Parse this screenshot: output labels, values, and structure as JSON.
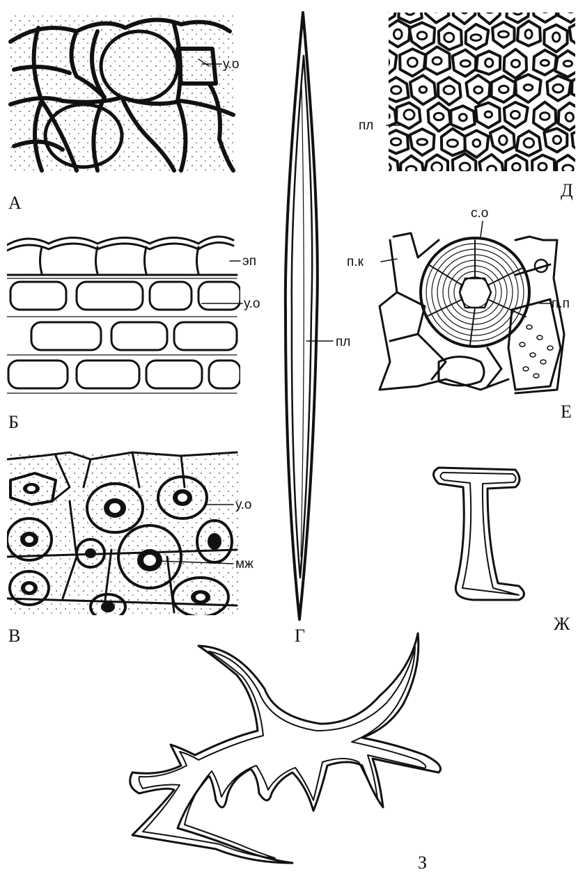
{
  "panels": {
    "a": {
      "letter": "А",
      "labels": [
        "у.о"
      ]
    },
    "b": {
      "letter": "Б",
      "labels": [
        "эп",
        "у.о"
      ]
    },
    "v": {
      "letter": "В",
      "labels": [
        "у.о",
        "мж"
      ]
    },
    "g": {
      "letter": "Г",
      "labels": [
        "пл"
      ]
    },
    "d": {
      "letter": "Д",
      "labels": [
        "пл"
      ]
    },
    "e": {
      "letter": "Е",
      "labels": [
        "с.о",
        "п.к",
        "п.п"
      ]
    },
    "zh": {
      "letter": "Ж",
      "labels": []
    },
    "z": {
      "letter": "З",
      "labels": []
    }
  },
  "colors": {
    "ink": "#111111",
    "paper": "#ffffff",
    "stipple": "#333333"
  }
}
